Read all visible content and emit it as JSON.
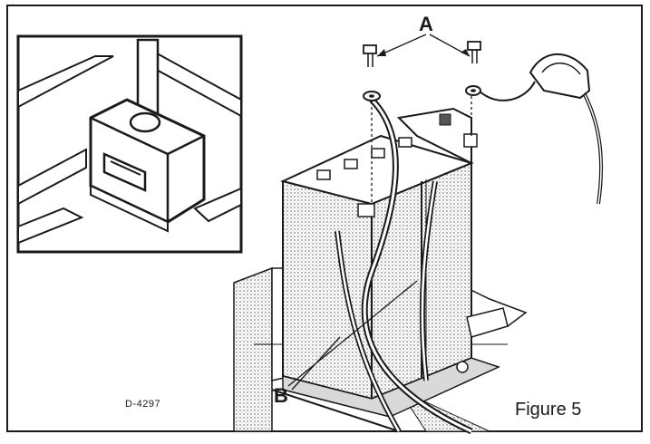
{
  "figure": {
    "callout_a": "A",
    "callout_b": "B",
    "drawing_code": "D-4297",
    "caption": "Figure 5"
  },
  "colors": {
    "ink": "#1a1a1a",
    "paper": "#ffffff",
    "grey_fill": "#d9d9d9",
    "dark_fill": "#555555"
  }
}
